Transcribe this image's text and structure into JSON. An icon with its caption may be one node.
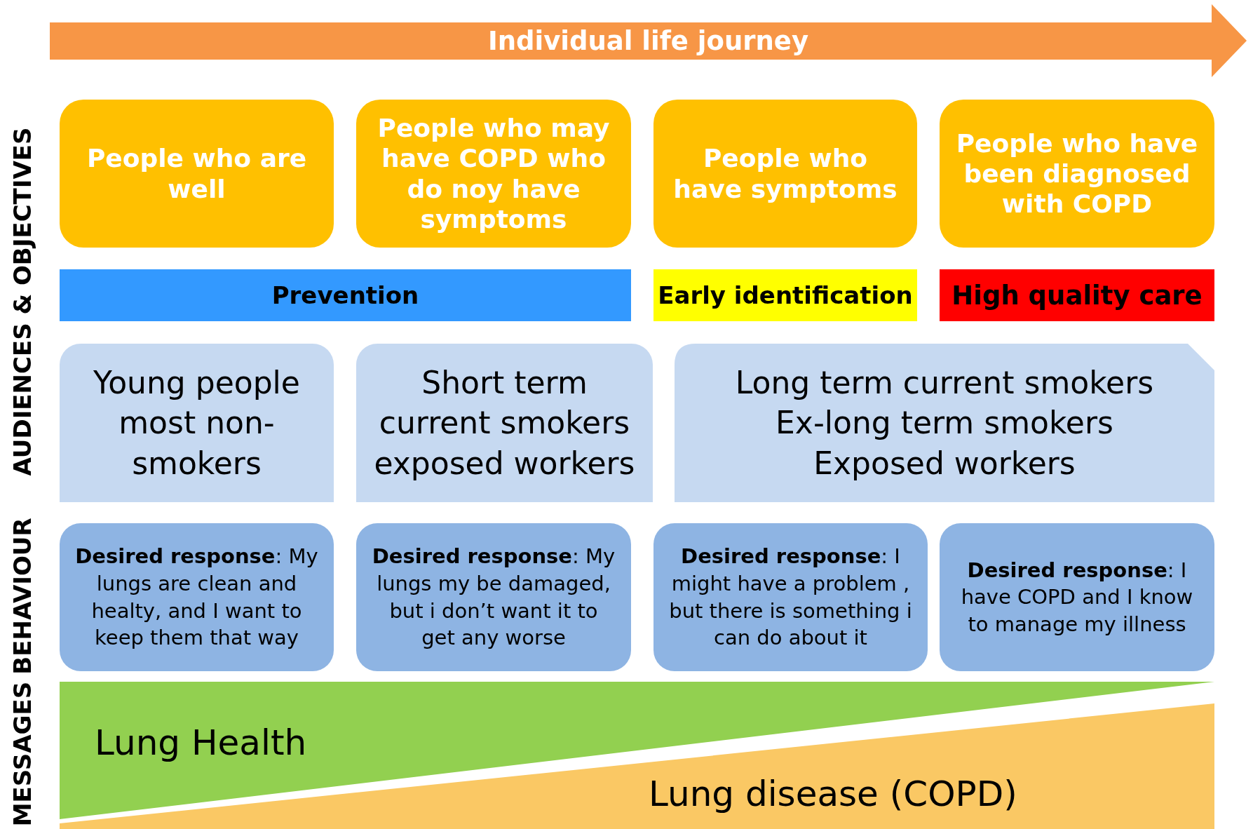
{
  "diagram": {
    "nodes": [
      {
        "text": [
          "Individual life journey"
        ]
      },
      {
        "text": [
          "People who are well"
        ]
      },
      {
        "text": [
          "People who may have COPD who do noy have symptoms"
        ]
      },
      {
        "text": [
          "People who have symptoms"
        ]
      },
      {
        "text": [
          "People who have been diagnosed with COPD"
        ]
      },
      {
        "text": [
          "Prevention"
        ]
      },
      {
        "text": [
          "Early identification"
        ]
      },
      {
        "text": [
          "High quality care"
        ]
      },
      {
        "text": [
          "Young people most non-smokers"
        ]
      },
      {
        "text": [
          "Short term current smokers exposed workers"
        ]
      },
      {
        "text": [
          "Long term current smokers Ex-long term smokers Exposed workers"
        ]
      },
      {
        "text": [
          "**Desired response**: My lungs are clean and healty,  and I want to keep them that way"
        ]
      },
      {
        "text": [
          "**Desired response**: My lungs my be damaged, but i don’t want it to get any worse"
        ]
      },
      {
        "text": [
          "**Desired response**: I might have a problem , but there is something i can do about it"
        ]
      },
      {
        "text": [
          "**Desired response**: I have COPD and I know to manage my illness"
        ]
      },
      {
        "text": [
          "Lung Health"
        ]
      },
      {
        "text": [
          "Lung disease (COPD)"
        ]
      }
    ],
    "labels": [
      "AUDIENCES & OBJECTIVES",
      "BEHAVIOUR",
      "MESSAGES"
    ]
  }
}
